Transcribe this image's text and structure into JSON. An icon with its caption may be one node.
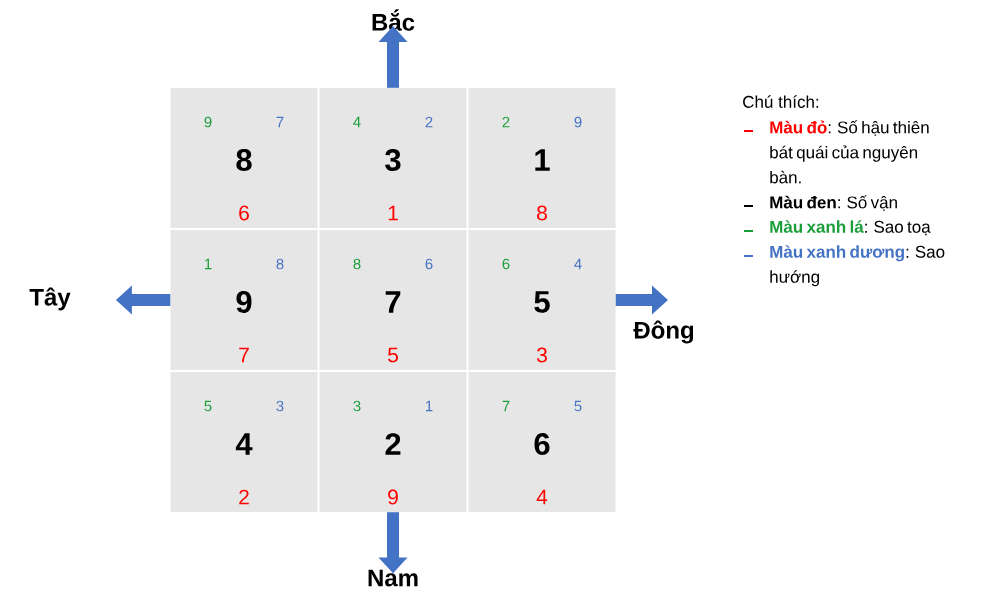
{
  "diagram": {
    "nodes": [
      {
        "text": [
          "9",
          "7",
          "8",
          "6"
        ]
      },
      {
        "text": [
          "4",
          "2",
          "3",
          "1"
        ]
      },
      {
        "text": [
          "2",
          "9",
          "1",
          "8"
        ]
      },
      {
        "text": [
          "1",
          "8",
          "9",
          "7"
        ]
      },
      {
        "text": [
          "8",
          "6",
          "7",
          "5"
        ]
      },
      {
        "text": [
          "6",
          "4",
          "5",
          "3"
        ]
      },
      {
        "text": [
          "5",
          "3",
          "4",
          "2"
        ]
      },
      {
        "text": [
          "3",
          "1",
          "2",
          "9"
        ]
      },
      {
        "text": [
          "7",
          "5",
          "6",
          "4"
        ]
      },
      {
        "text": [
          "Bắc"
        ]
      },
      {
        "text": [
          "Tây"
        ]
      },
      {
        "text": [
          "Đông"
        ]
      },
      {
        "text": [
          "Nam"
        ]
      }
    ],
    "edges": [
      {
        "from": 1,
        "to": 9,
        "arrow": "to"
      },
      {
        "from": 3,
        "to": 10,
        "arrow": "to"
      },
      {
        "from": 5,
        "to": 11,
        "arrow": "to"
      },
      {
        "from": 7,
        "to": 12,
        "arrow": "to"
      }
    ],
    "labels": [
      "Chú thích:"
    ],
    "legend": [
      {
        "text": "**Màu đỏ**: Số hậu thiên bát quái của nguyên bàn.",
        "color": "#ff0000"
      },
      {
        "text": "**Màu đen**: Số vận",
        "color": "#000000"
      },
      {
        "text": "**Màu xanh lá**: Sao toạ",
        "color": "#1a9e3a"
      },
      {
        "text": "**Màu xanh dương**: Sao hướng",
        "color": "#4472c4"
      }
    ]
  }
}
